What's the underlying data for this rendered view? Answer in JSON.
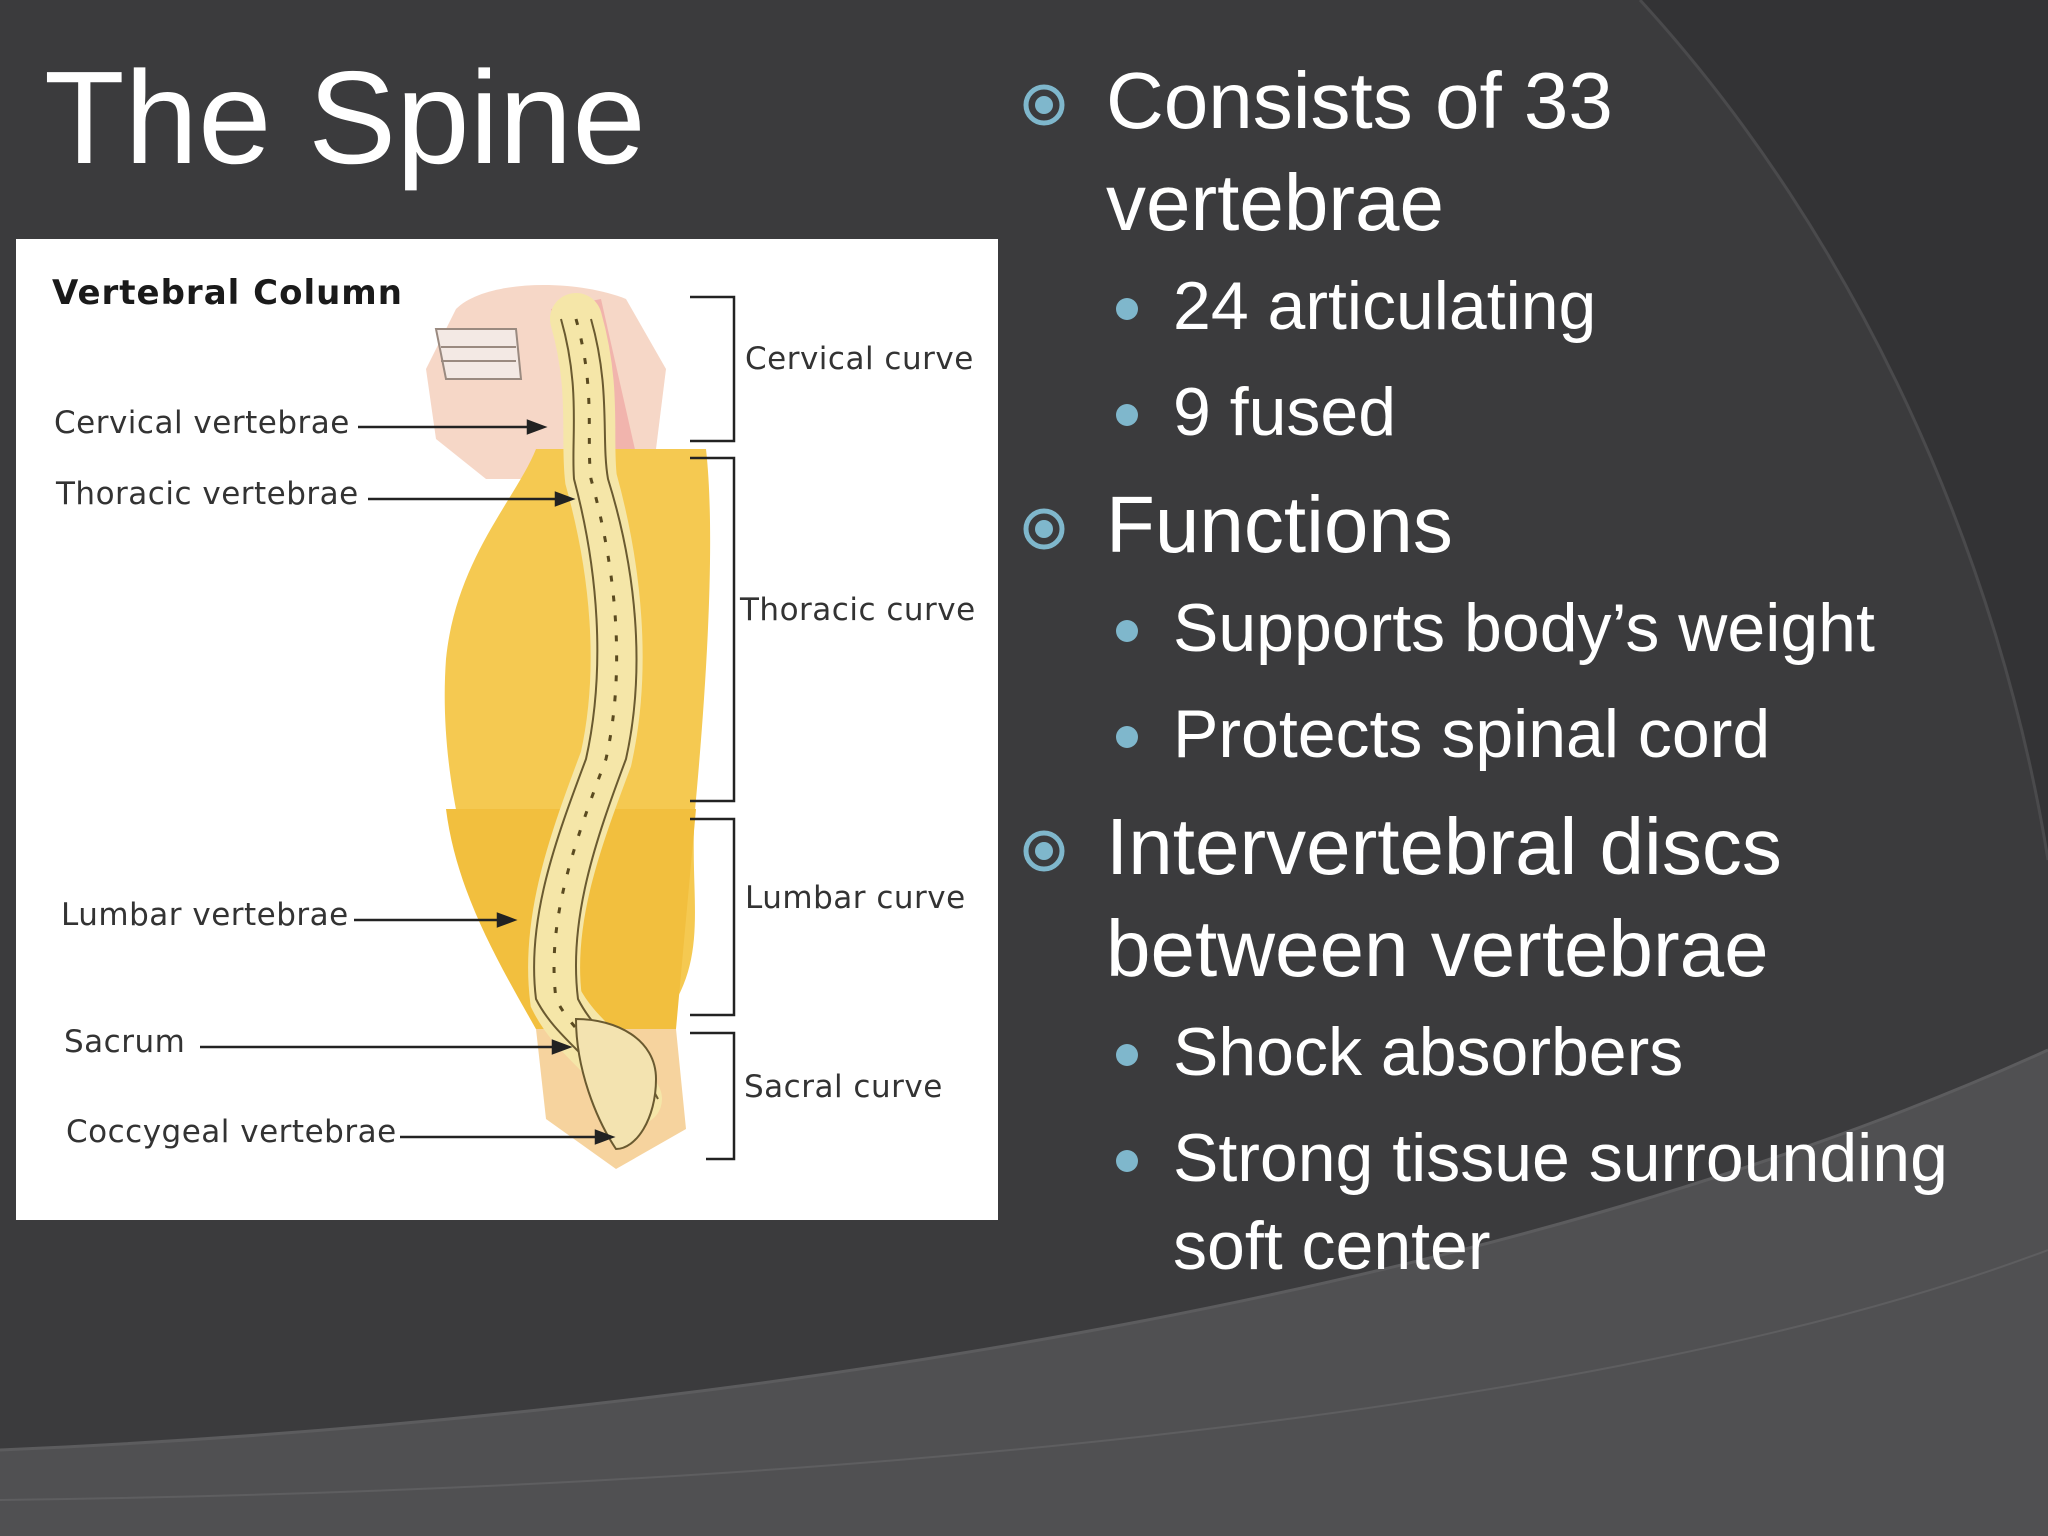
{
  "slide": {
    "title": "The Spine",
    "colors": {
      "background": "#3b3b3d",
      "accent": "#7fb7cc",
      "text": "#ffffff"
    }
  },
  "figure": {
    "title": "Vertebral Column",
    "left_labels": {
      "cervical": "Cervical vertebrae",
      "thoracic": "Thoracic vertebrae",
      "lumbar": "Lumbar vertebrae",
      "sacrum": "Sacrum",
      "coccygeal": "Coccygeal vertebrae"
    },
    "right_labels": {
      "cervical": "Cervical curve",
      "thoracic": "Thoracic curve",
      "lumbar": "Lumbar curve",
      "sacral": "Sacral curve"
    }
  },
  "bullets": [
    {
      "text_lines": [
        "Consists of 33",
        "vertebrae"
      ],
      "sub": [
        "24 articulating",
        "9 fused"
      ]
    },
    {
      "text_lines": [
        "Functions"
      ],
      "sub": [
        "Supports body’s weight",
        "Protects spinal cord"
      ]
    },
    {
      "text_lines": [
        "Intervertebral discs",
        "between vertebrae"
      ],
      "sub": [
        "Shock absorbers",
        "Strong tissue surrounding soft center"
      ]
    }
  ],
  "icons": {
    "level1_marker": "ring-bullet-icon",
    "level2_marker": "dot-bullet-icon"
  }
}
